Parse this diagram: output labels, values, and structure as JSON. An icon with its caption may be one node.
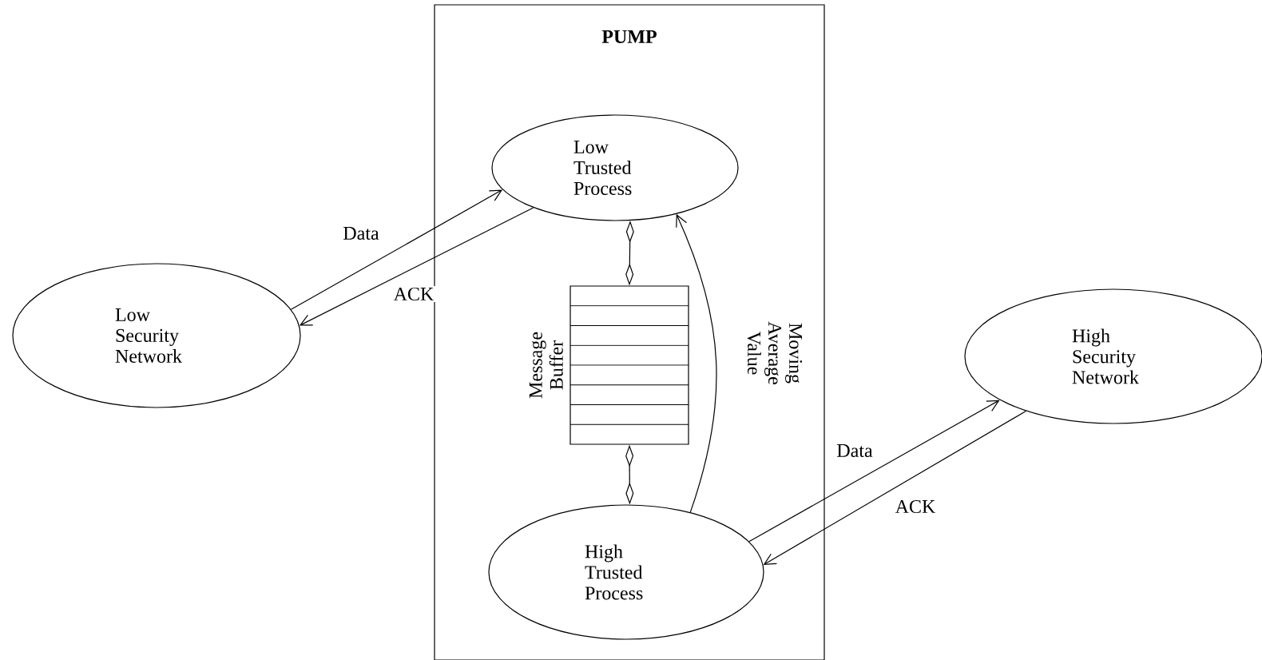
{
  "diagram": {
    "nodes": [
      {
        "text": [
          "PUMP"
        ]
      },
      {
        "text": [
          "Low Trusted Process"
        ],
        "in": 0
      },
      {
        "text": [
          "Message Buffer"
        ],
        "in": 0
      },
      {
        "text": [
          "High Trusted Process"
        ],
        "in": 0
      },
      {
        "text": [
          "Low Security Network"
        ]
      },
      {
        "text": [
          "High Security Network"
        ]
      }
    ],
    "edges": [
      {
        "from": 4,
        "to": 1,
        "arrow": "to",
        "label": "Data"
      },
      {
        "from": 1,
        "to": 4,
        "arrow": "to",
        "label": "ACK"
      },
      {
        "from": 1,
        "to": 2,
        "arrow": "other"
      },
      {
        "from": 2,
        "to": 3,
        "arrow": "other"
      },
      {
        "from": 3,
        "to": 1,
        "arrow": "to",
        "label": "Moving Average Value"
      },
      {
        "from": 3,
        "to": 5,
        "arrow": "to",
        "label": "Data"
      },
      {
        "from": 5,
        "to": 3,
        "arrow": "to",
        "label": "ACK"
      }
    ]
  }
}
